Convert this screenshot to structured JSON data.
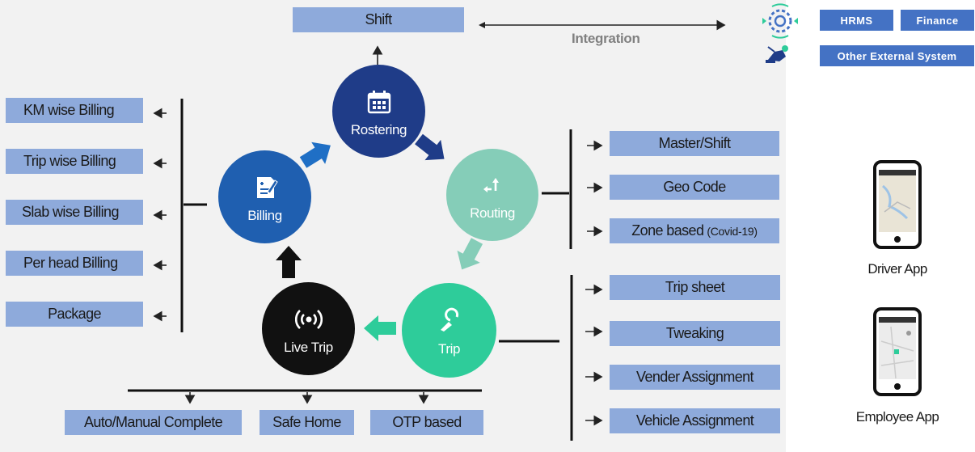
{
  "integration": {
    "shift": "Shift",
    "label": "Integration",
    "systems": [
      "HRMS",
      "Finance",
      "Other External System"
    ]
  },
  "cycle": {
    "rostering": "Rostering",
    "routing": "Routing",
    "trip": "Trip",
    "live_trip": "Live Trip",
    "billing": "Billing"
  },
  "billing_options": [
    "KM wise Billing",
    "Trip wise Billing",
    "Slab wise Billing",
    "Per head Billing",
    "Package"
  ],
  "routing_options": {
    "master_shift": "Master/Shift",
    "geo_code": "Geo Code",
    "zone_based": "Zone based",
    "zone_note": "(Covid-19)"
  },
  "trip_options": [
    "Trip sheet",
    "Tweaking",
    "Vender Assignment",
    "Vehicle Assignment"
  ],
  "live_trip_options": [
    "Auto/Manual Complete",
    "Safe Home",
    "OTP based"
  ],
  "apps": {
    "driver": "Driver App",
    "employee": "Employee App"
  },
  "colors": {
    "panel": "#f2f2f2",
    "box": "#8eaadb",
    "tag": "#4472c4",
    "rostering": "#1f3c88",
    "routing": "#85cdb8",
    "trip": "#2ecc9a",
    "live_trip": "#111111",
    "billing": "#1f5fb0"
  }
}
